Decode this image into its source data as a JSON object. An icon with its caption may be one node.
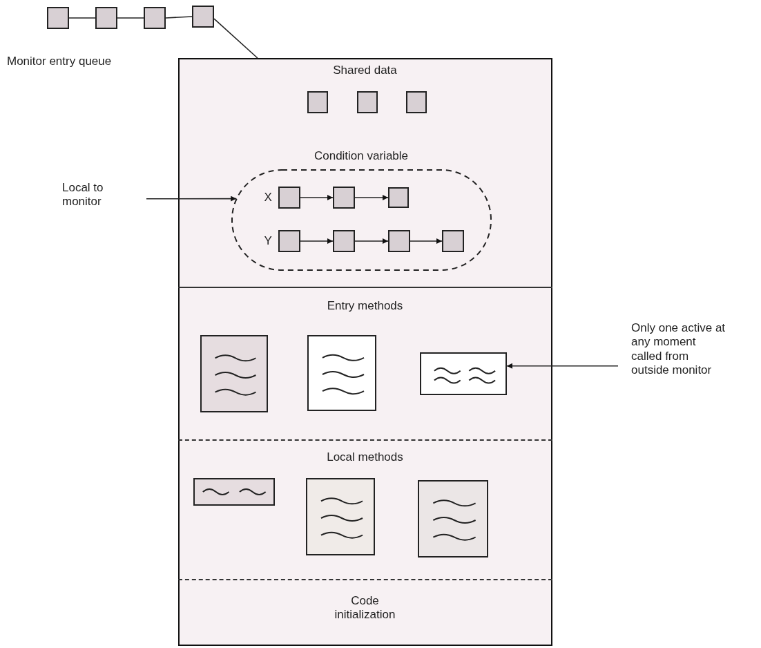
{
  "diagram": {
    "nodes": [
      {
        "text": [],
        "shape": "box"
      },
      {
        "text": [],
        "shape": "box"
      },
      {
        "text": [],
        "shape": "box"
      },
      {
        "text": [],
        "shape": "box"
      },
      {
        "text": [],
        "shape": "box"
      },
      {
        "text": [
          "Shared data"
        ],
        "in": 4
      },
      {
        "text": [],
        "shape": "box",
        "in": 5
      },
      {
        "text": [],
        "shape": "box",
        "in": 5
      },
      {
        "text": [],
        "shape": "box",
        "in": 5
      },
      {
        "text": [
          "Condition variable",
          "X",
          "Y"
        ],
        "in": 5
      },
      {
        "text": [],
        "shape": "box",
        "in": 9
      },
      {
        "text": [],
        "shape": "box",
        "in": 9
      },
      {
        "text": [],
        "shape": "box",
        "in": 9
      },
      {
        "text": [],
        "shape": "box",
        "in": 9
      },
      {
        "text": [],
        "shape": "box",
        "in": 9
      },
      {
        "text": [],
        "shape": "box",
        "in": 9
      },
      {
        "text": [],
        "shape": "box",
        "in": 9
      },
      {
        "text": [
          "Entry methods"
        ],
        "in": 4
      },
      {
        "text": [],
        "shape": "box",
        "in": 17
      },
      {
        "text": [],
        "shape": "box",
        "in": 17
      },
      {
        "text": [],
        "shape": "box",
        "in": 17
      },
      {
        "text": [
          "Local methods"
        ],
        "in": 4
      },
      {
        "text": [],
        "shape": "box",
        "in": 21
      },
      {
        "text": [],
        "shape": "box",
        "in": 21
      },
      {
        "text": [],
        "shape": "box",
        "in": 21
      },
      {
        "text": [
          "Code initialization"
        ],
        "in": 4
      },
      {
        "text": [
          "Local to monitor"
        ]
      },
      {
        "text": [
          "Only one active at any moment called from outside monitor"
        ]
      }
    ],
    "edges": [
      {
        "from": 0,
        "to": 1,
        "arrow": "none"
      },
      {
        "from": 1,
        "to": 2,
        "arrow": "none"
      },
      {
        "from": 2,
        "to": 3,
        "arrow": "none"
      },
      {
        "from": 3,
        "to": 4,
        "arrow": "none"
      },
      {
        "from": 10,
        "to": 11,
        "arrow": "to"
      },
      {
        "from": 11,
        "to": 12,
        "arrow": "to"
      },
      {
        "from": 13,
        "to": 14,
        "arrow": "to"
      },
      {
        "from": 14,
        "to": 15,
        "arrow": "to"
      },
      {
        "from": 15,
        "to": 16,
        "arrow": "to"
      },
      {
        "from": 26,
        "to": 9,
        "arrow": "to"
      },
      {
        "from": 27,
        "to": 20,
        "arrow": "to"
      }
    ],
    "labels": [
      "Monitor entry queue"
    ]
  }
}
